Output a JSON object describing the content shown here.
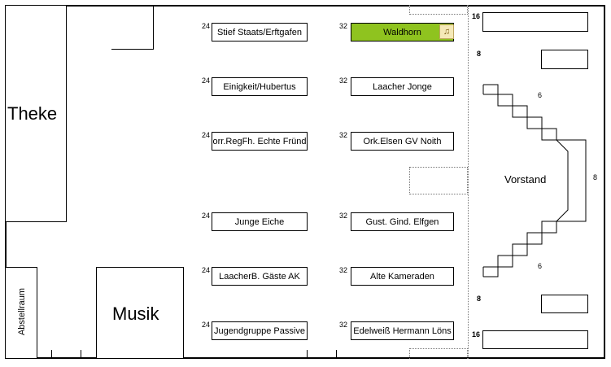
{
  "rooms": {
    "bar": "Theke",
    "storage": "Abstellraum",
    "music": "Musik",
    "board": "Vorstand"
  },
  "tables_left": [
    {
      "seats": "24",
      "name": "Stief Staats/Erftgafen"
    },
    {
      "seats": "24",
      "name": "Einigkeit/Hubertus"
    },
    {
      "seats": "24",
      "name": "orr.RegFh. Echte Fründ"
    },
    {
      "seats": "24",
      "name": "Junge Eiche"
    },
    {
      "seats": "24",
      "name": "LaacherB. Gäste AK"
    },
    {
      "seats": "24",
      "name": "Jugendgruppe Passive"
    }
  ],
  "tables_right": [
    {
      "seats": "32",
      "name": "Waldhorn",
      "selected": true
    },
    {
      "seats": "32",
      "name": "Laacher Jonge"
    },
    {
      "seats": "32",
      "name": "Ork.Elsen GV Noith"
    },
    {
      "seats": "32",
      "name": "Gust. Gind. Elfgen"
    },
    {
      "seats": "32",
      "name": "Alte Kameraden"
    },
    {
      "seats": "32",
      "name": "Edelweiß Hermann Löns"
    }
  ],
  "stage_seats": {
    "top_long": "16",
    "top_short": "8",
    "stair_top": "6",
    "side": "8",
    "stair_bottom": "6",
    "bottom_short": "8",
    "bottom_long": "16"
  },
  "icons": {
    "selected_table": "horn-icon"
  },
  "colors": {
    "selected": "#8fc31f",
    "walls": "#000000"
  }
}
